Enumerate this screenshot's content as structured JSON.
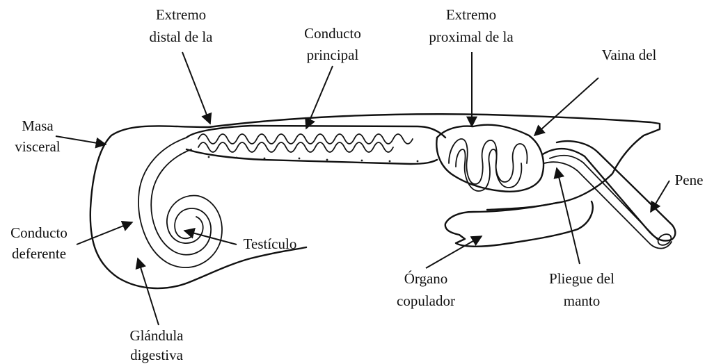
{
  "labels": {
    "extremo_distal": [
      "Extremo",
      "distal de la"
    ],
    "conducto_principal": [
      "Conducto",
      "principal"
    ],
    "extremo_proximal": [
      "Extremo",
      "proximal de la"
    ],
    "vaina": [
      "Vaina del"
    ],
    "masa_visceral": [
      "Masa",
      "visceral"
    ],
    "pene": [
      "Pene"
    ],
    "conducto_deferente": [
      "Conducto",
      "deferente"
    ],
    "testiculo": [
      "Testículo"
    ],
    "organo_copulador": [
      "Órgano",
      "copulador"
    ],
    "pliegue_manto": [
      "Pliegue del",
      "manto"
    ],
    "glandula_digestiva": [
      "Glándula",
      "digestiva"
    ]
  }
}
